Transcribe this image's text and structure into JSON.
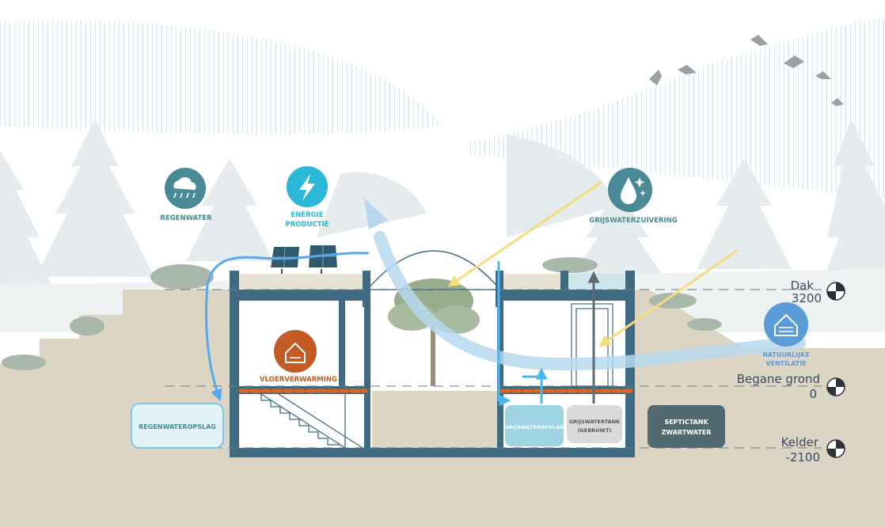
{
  "labels": {
    "rainwater": "REGENWATER",
    "energy_line1": "ENERGIE",
    "energy_line2": "PRODUCTIE",
    "greywater_purification": "GRIJSWATERZUIVERING",
    "natural_vent_line1": "NATUURLIJKE",
    "natural_vent_line2": "VENTILATIE",
    "floor_heating": "VLOERVERWARMING",
    "rainwater_storage": "REGENWATEROPSLAG",
    "greywater_storage": "GRIJSWATEROPSLAG",
    "greywater_tank_line1": "GRIJSWATERTANK",
    "greywater_tank_line2": "(GEBRUIKT)",
    "septic_line1": "SEPTICTANK",
    "septic_line2": "ZWARTWATER"
  },
  "levels": {
    "roof_name": "Dak",
    "roof_value": "3200",
    "ground_name": "Begane grond",
    "ground_value": "0",
    "basement_name": "Kelder",
    "basement_value": "-2100"
  },
  "icons": {
    "rainwater": "rain-cloud-icon",
    "energy": "lightning-bolt-icon",
    "greywater": "water-drop-icon",
    "ventilation": "house-airflow-icon",
    "heating": "house-heating-icon",
    "level_marker": "level-datum-icon"
  },
  "colors": {
    "teal_icon": "#4a8a96",
    "cyan_icon": "#2bb8d8",
    "heating": "#c45a24",
    "vent_blue": "#5b9bd8",
    "structure": "#3f6b82",
    "earth": "#ddd5c3",
    "sun_arrow": "#f4dc80",
    "air_arrow": "#b7d8ee",
    "water_arrow": "#5aa7ee"
  }
}
